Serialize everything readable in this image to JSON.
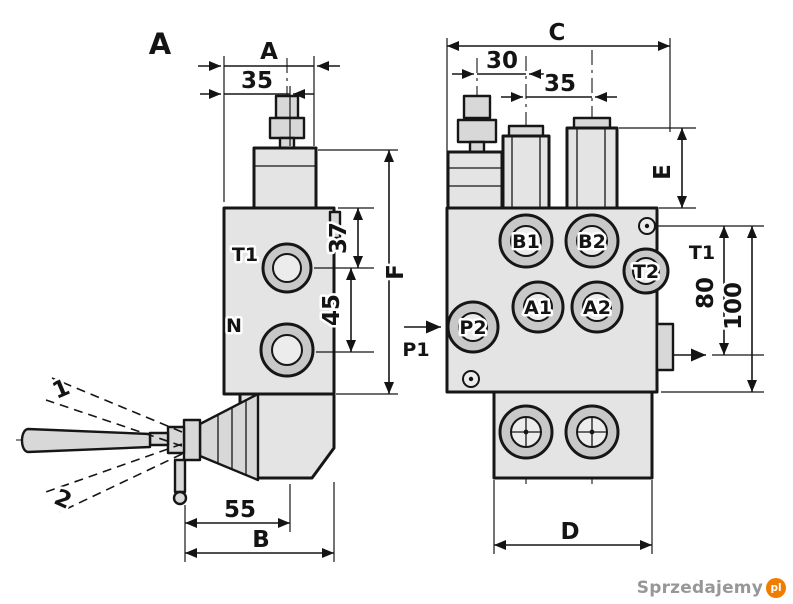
{
  "colors": {
    "line": "#161616",
    "body_fill": "#e4e4e4",
    "accent_orange": "#f07c00"
  },
  "left_view": {
    "view_label": "A",
    "dims": {
      "a": "A",
      "w35": "35",
      "f": "F",
      "d37": "37",
      "d45": "45",
      "d55": "55",
      "b": "B"
    },
    "ports": {
      "t1": "T1",
      "n": "N"
    },
    "lever_positions": {
      "p1": "1",
      "p2": "2"
    }
  },
  "right_view": {
    "dims": {
      "c": "C",
      "d30": "30",
      "d35": "35",
      "e": "E",
      "d80": "80",
      "d100": "100",
      "d": "D"
    },
    "ports": {
      "b1": "B1",
      "b2": "B2",
      "a1": "A1",
      "a2": "A2",
      "p2": "P2",
      "t2": "T2",
      "t1": "T1",
      "p1": "P1"
    }
  },
  "watermark": {
    "name": "Sprzedajemy",
    "tld": "pl"
  }
}
